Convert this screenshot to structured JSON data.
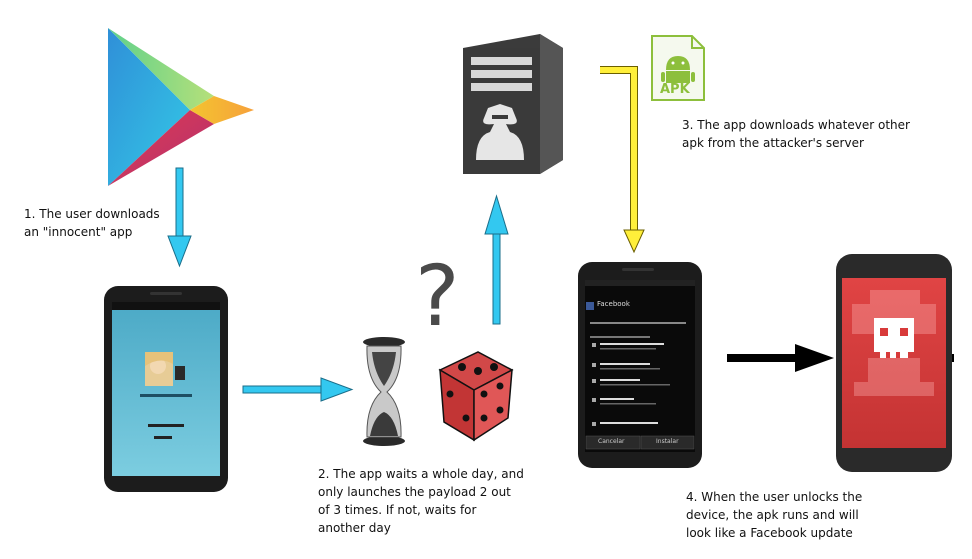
{
  "steps": [
    {
      "number": "1.",
      "lines": [
        "1. The user downloads",
        "an \"innocent\" app"
      ]
    },
    {
      "number": "2.",
      "lines": [
        "2. The app waits a whole day, and",
        "only launches the payload 2 out",
        "of 3 times. If not, waits for",
        "another day"
      ]
    },
    {
      "number": "3.",
      "lines": [
        "3. The app downloads whatever other",
        "apk from the attacker's server"
      ]
    },
    {
      "number": "4.",
      "lines": [
        "4. When the user unlocks the",
        "device, the apk runs and will",
        "look like a Facebook update"
      ]
    }
  ],
  "apk_label": "APK",
  "question_mark": "?",
  "facebook_screen": {
    "title": "Facebook",
    "buttons": [
      "Cancelar",
      "Instalar"
    ]
  },
  "colors": {
    "cyan_arrow": "#33c8f0",
    "yellow_arrow": "#ffef3a",
    "black_arrow": "#000000",
    "malware_red": "#d83a3a",
    "apk_green": "#8dbf3c"
  },
  "icons": [
    "google-play-icon",
    "server-hacker-icon",
    "apk-file-icon",
    "hourglass-icon",
    "dice-icon",
    "skull-icon"
  ]
}
